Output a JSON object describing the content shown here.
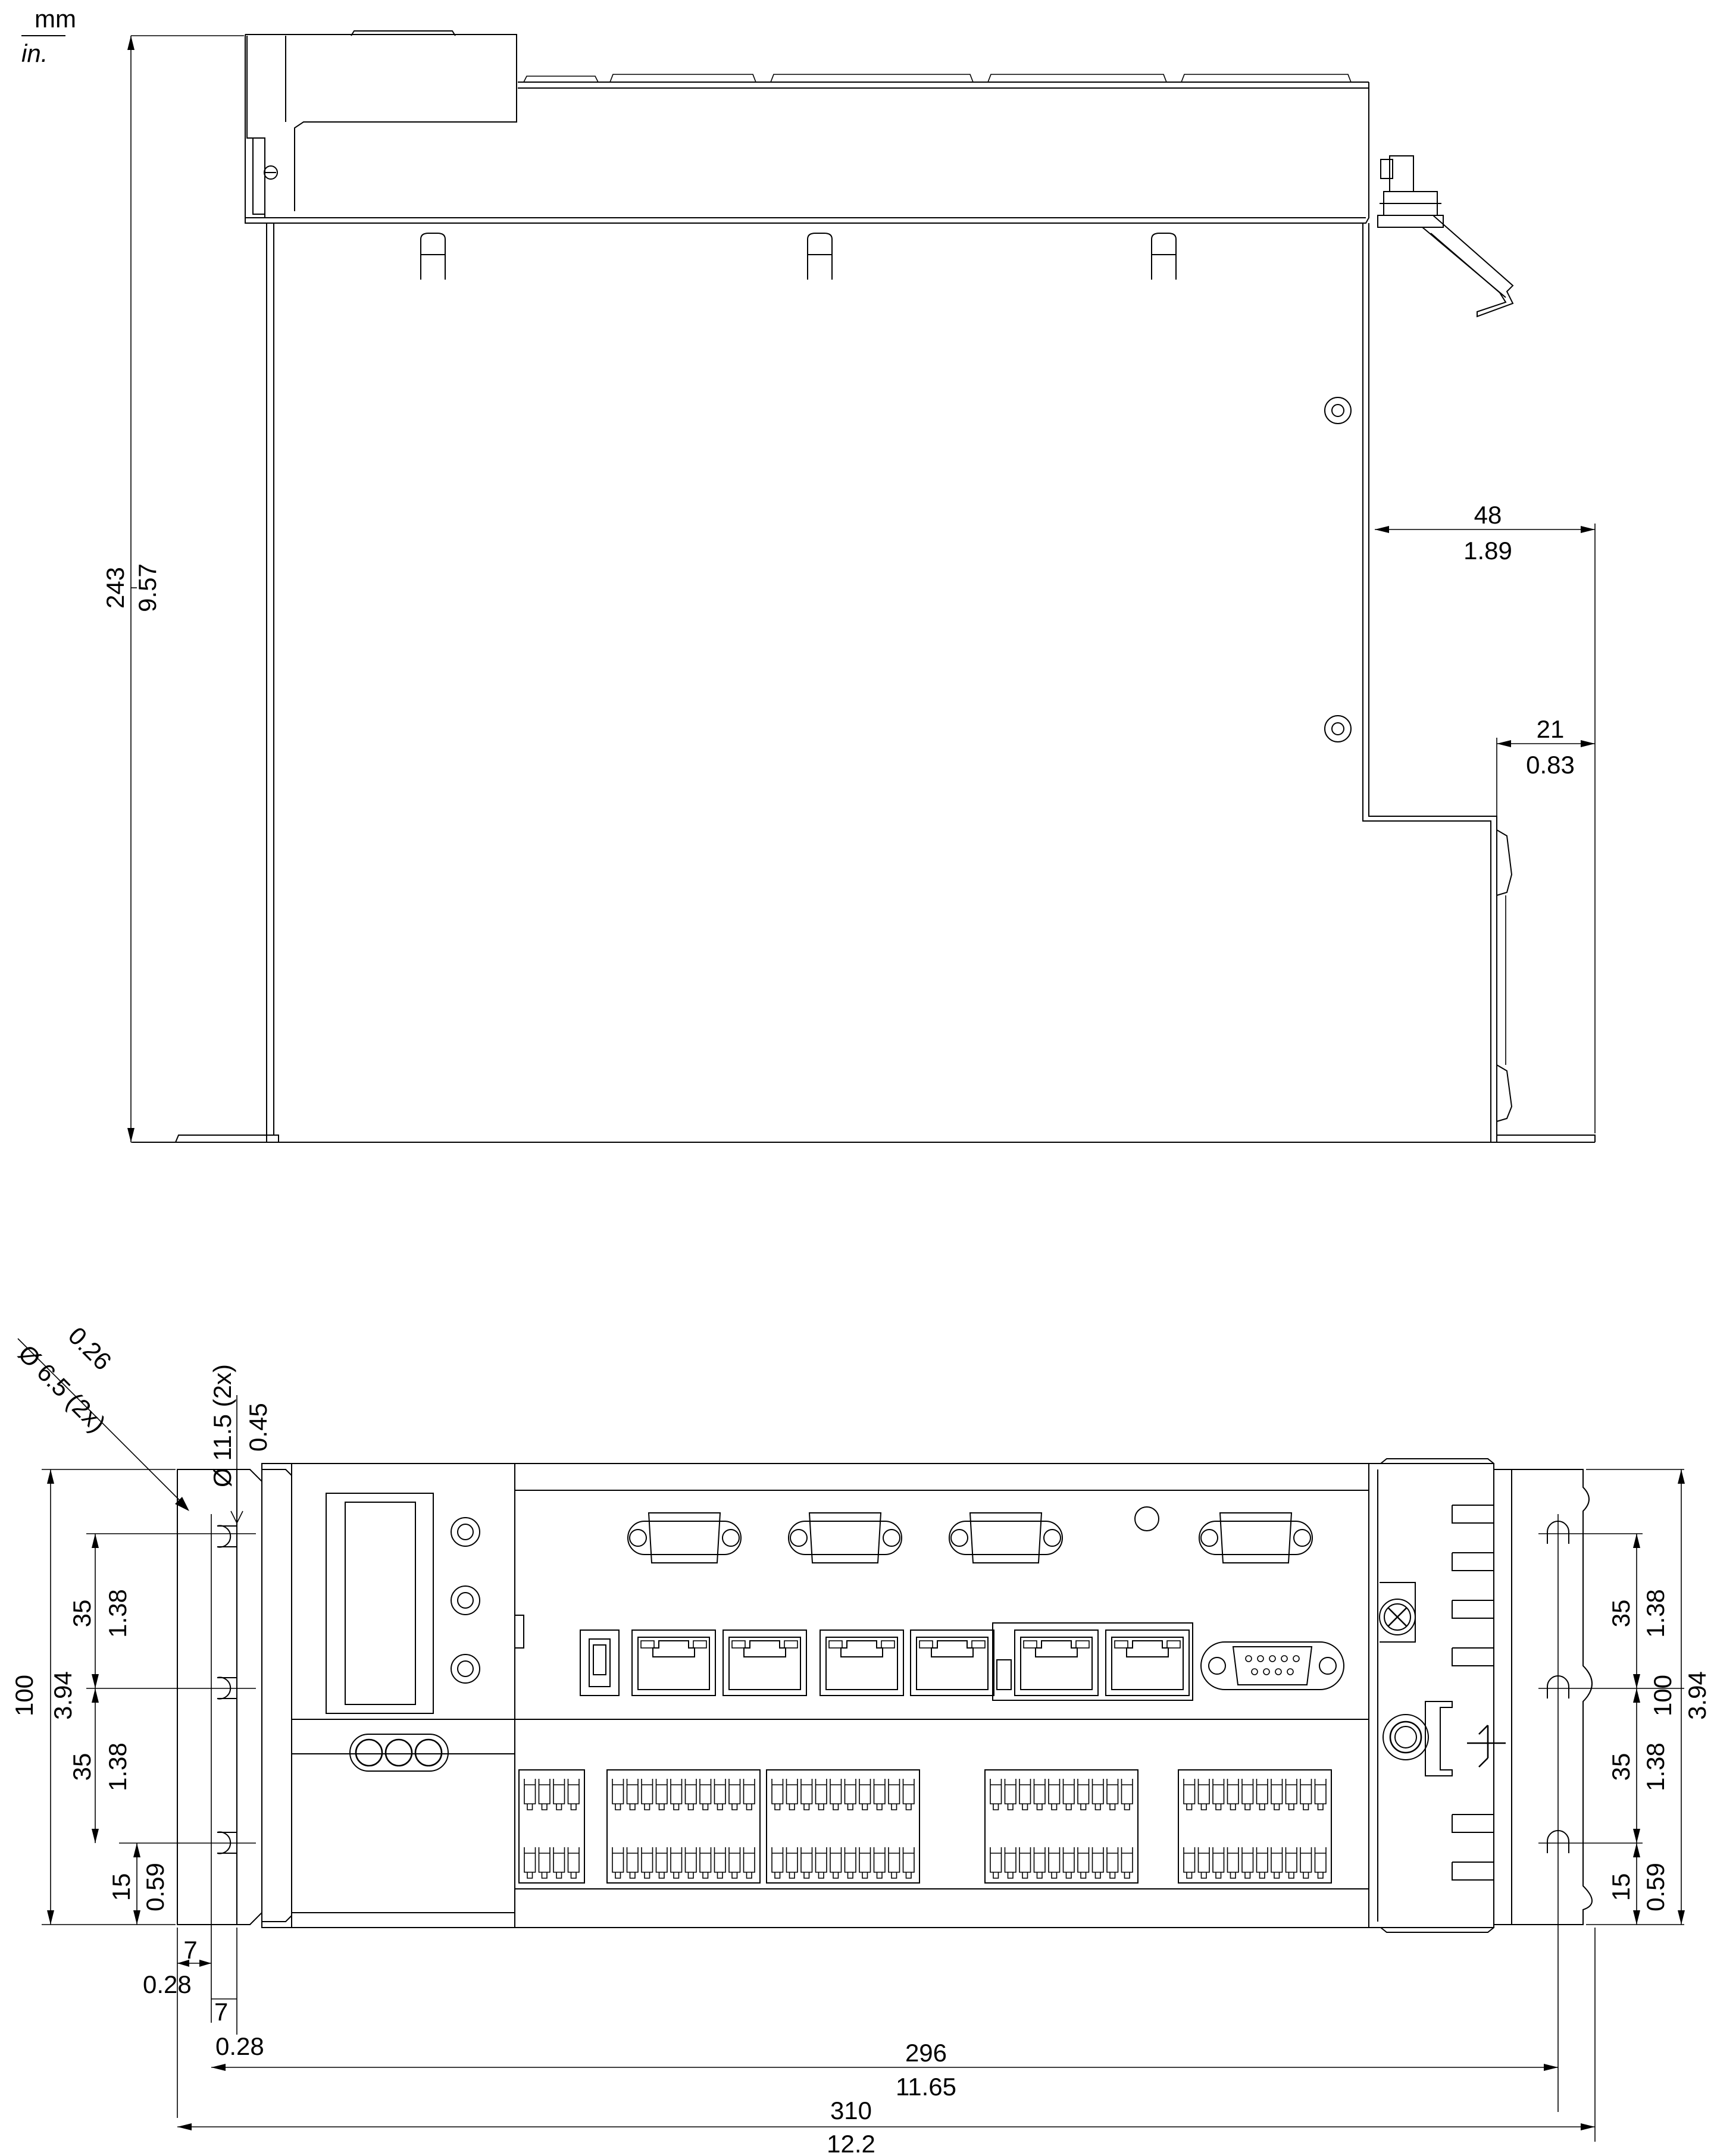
{
  "units": {
    "top": "mm",
    "bottom": "in."
  },
  "side_view": {
    "height": {
      "mm": "243",
      "in": "9.57"
    },
    "rear_upper": {
      "mm": "48",
      "in": "1.89"
    },
    "rear_lower": {
      "mm": "21",
      "in": "0.83"
    }
  },
  "front_view": {
    "hole_slot": {
      "text": "Ø 11.5 (2x)",
      "in": "0.45"
    },
    "hole_round": {
      "text": "Ø 6.5 (2x)",
      "in": "0.26"
    },
    "left": {
      "total": {
        "mm": "100",
        "in": "3.94"
      },
      "pitch_upper": {
        "mm": "35",
        "in": "1.38"
      },
      "pitch_lower": {
        "mm": "35",
        "in": "1.38"
      },
      "bottom_offset": {
        "mm": "15",
        "in": "0.59"
      },
      "edge_a": {
        "mm": "7",
        "in": "0.28"
      },
      "edge_b": {
        "mm": "7",
        "in": "0.28"
      }
    },
    "right": {
      "total": {
        "mm": "100",
        "in": "3.94"
      },
      "pitch_upper": {
        "mm": "35",
        "in": "1.38"
      },
      "pitch_lower": {
        "mm": "35",
        "in": "1.38"
      },
      "bottom_offset": {
        "mm": "15",
        "in": "0.59"
      }
    },
    "width_inner": {
      "mm": "296",
      "in": "11.65"
    },
    "width_total": {
      "mm": "310",
      "in": "12.2"
    }
  }
}
